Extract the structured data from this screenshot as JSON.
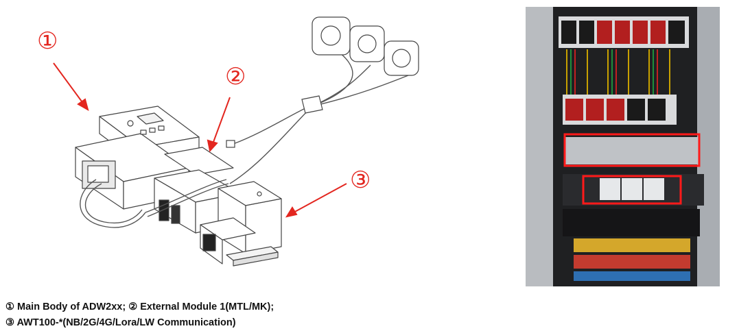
{
  "markers": {
    "one": "①",
    "two": "②",
    "three": "③"
  },
  "captions": {
    "line1": "① Main Body of ADW2xx; ② External Module 1(MTL/MK);",
    "line2": "③ AWT100-*(NB/2G/4G/Lora/LW Communication)"
  },
  "colors": {
    "accent_red": "#e3261f",
    "highlight_box": "#ff1a1a",
    "cabinet_dark": "#2d2d2f"
  },
  "icons": {
    "arrows": "red-arrow-icon",
    "device": "energy-meter-illustration",
    "photo": "distribution-cabinet-photo"
  }
}
